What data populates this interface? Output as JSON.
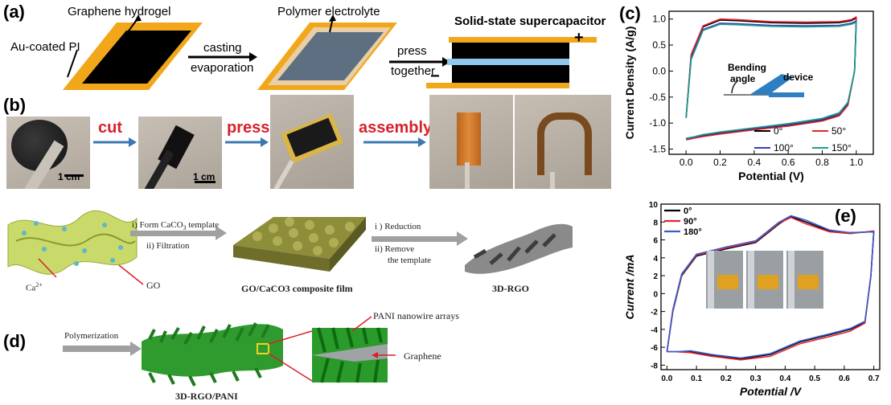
{
  "panel_labels": {
    "a": "(a)",
    "b": "(b)",
    "c": "(c)",
    "d": "(d)",
    "e": "(e)"
  },
  "panel_a": {
    "au_label": "Au-coated PI",
    "graphene_label": "Graphene hydrogel",
    "polymer_label": "Polymer electrolyte",
    "device_label": "Solid-state supercapacitor",
    "step1_line1": "casting",
    "step1_line2": "evaporation",
    "step2_line1": "press",
    "step2_line2": "together",
    "plus": "+",
    "minus": "−",
    "colors": {
      "gold": "#f2a71b",
      "black": "#000000",
      "electrolyte": "#5e6f82",
      "blue": "#8fc8ea"
    }
  },
  "panel_b": {
    "cut": "cut",
    "press": "press",
    "assembly": "assembly",
    "scale1": "1 cm",
    "scale2": "1 cm",
    "arrow_color": "#3b78b0"
  },
  "panel_d": {
    "step1_i": "i)  Form CaCO",
    "step1_sub": "3",
    "step1_tail": " template",
    "step1_ii": "ii) Filtration",
    "step2_i": "i ) Reduction",
    "step2_ii": "ii)  Remove",
    "step2_ii_b": "the template",
    "ca_label": "Ca",
    "ca_sup": "2+",
    "go_label": "GO",
    "composite_label": "GO/CaCO3 composite film",
    "rgo_label": "3D-RGO",
    "polymerization": "Polymerization",
    "pani_label": "PANI nanowire arrays",
    "graphene_label": "Graphene",
    "rgo_pani_label": "3D-RGO/PANI"
  },
  "panel_c_inset": {
    "bending": "Bending",
    "angle": "angle",
    "device": "device"
  },
  "chart_data": [
    {
      "type": "line",
      "panel": "c",
      "xlabel": "Potential (V)",
      "ylabel": "Current Density (A/g)",
      "xlim": [
        -0.1,
        1.1
      ],
      "ylim": [
        -1.6,
        1.15
      ],
      "xticks": [
        0.0,
        0.2,
        0.4,
        0.6,
        0.8,
        1.0
      ],
      "xtick_labels": [
        "0.0",
        "0.2",
        "0.4",
        "0.6",
        "0.8",
        "1.0"
      ],
      "yticks": [
        -1.5,
        -1.0,
        -0.5,
        0.0,
        0.5,
        1.0
      ],
      "ytick_labels": [
        "-1.5",
        "-1.0",
        "-0.5",
        "0.0",
        "0.5",
        "1.0"
      ],
      "legend": "bottom-right",
      "grid": false,
      "series": [
        {
          "name": "0°",
          "color": "#000000",
          "upper_x": [
            0.0,
            0.03,
            0.1,
            0.2,
            0.3,
            0.5,
            0.7,
            0.9,
            0.97,
            1.0
          ],
          "upper_y": [
            -0.9,
            0.3,
            0.85,
            0.98,
            0.97,
            0.93,
            0.92,
            0.93,
            0.97,
            1.02
          ],
          "lower_x": [
            1.0,
            0.99,
            0.95,
            0.9,
            0.8,
            0.6,
            0.4,
            0.2,
            0.1,
            0.05,
            0.02,
            0.0
          ],
          "lower_y": [
            1.02,
            0.0,
            -0.65,
            -0.85,
            -0.95,
            -1.05,
            -1.12,
            -1.2,
            -1.25,
            -1.28,
            -1.3,
            -1.31
          ]
        },
        {
          "name": "50°",
          "color": "#e0262d",
          "upper_x": [
            0.0,
            0.03,
            0.1,
            0.2,
            0.3,
            0.5,
            0.7,
            0.9,
            0.97,
            1.0
          ],
          "upper_y": [
            -0.9,
            0.32,
            0.87,
            1.0,
            0.99,
            0.95,
            0.94,
            0.95,
            0.99,
            1.04
          ],
          "lower_x": [
            1.0,
            0.99,
            0.95,
            0.9,
            0.8,
            0.6,
            0.4,
            0.2,
            0.1,
            0.05,
            0.02,
            0.0
          ],
          "lower_y": [
            1.04,
            0.0,
            -0.66,
            -0.86,
            -0.96,
            -1.06,
            -1.13,
            -1.21,
            -1.26,
            -1.29,
            -1.31,
            -1.32
          ]
        },
        {
          "name": "100°",
          "color": "#3b3fb0",
          "upper_x": [
            0.0,
            0.03,
            0.1,
            0.2,
            0.3,
            0.5,
            0.7,
            0.9,
            0.97,
            1.0
          ],
          "upper_y": [
            -0.9,
            0.25,
            0.8,
            0.92,
            0.91,
            0.88,
            0.87,
            0.88,
            0.92,
            0.96
          ],
          "lower_x": [
            1.0,
            0.99,
            0.95,
            0.9,
            0.8,
            0.6,
            0.4,
            0.2,
            0.1,
            0.05,
            0.02,
            0.0
          ],
          "lower_y": [
            0.96,
            0.0,
            -0.62,
            -0.82,
            -0.93,
            -1.03,
            -1.1,
            -1.18,
            -1.23,
            -1.27,
            -1.29,
            -1.3
          ]
        },
        {
          "name": "150°",
          "color": "#1a9e8f",
          "upper_x": [
            0.0,
            0.03,
            0.1,
            0.2,
            0.3,
            0.5,
            0.7,
            0.9,
            0.97,
            1.0
          ],
          "upper_y": [
            -0.9,
            0.22,
            0.78,
            0.9,
            0.89,
            0.86,
            0.85,
            0.86,
            0.9,
            0.94
          ],
          "lower_x": [
            1.0,
            0.99,
            0.95,
            0.9,
            0.8,
            0.6,
            0.4,
            0.2,
            0.1,
            0.05,
            0.02,
            0.0
          ],
          "lower_y": [
            0.94,
            0.0,
            -0.6,
            -0.8,
            -0.91,
            -1.01,
            -1.09,
            -1.17,
            -1.22,
            -1.26,
            -1.28,
            -1.29
          ]
        }
      ]
    },
    {
      "type": "line",
      "panel": "e",
      "xlabel": "Potential /V",
      "ylabel": "Current /mA",
      "xlim": [
        -0.02,
        0.72
      ],
      "ylim": [
        -8.5,
        10
      ],
      "xticks": [
        0.0,
        0.1,
        0.2,
        0.3,
        0.4,
        0.5,
        0.6,
        0.7
      ],
      "xtick_labels": [
        "0.0",
        "0.1",
        "0.2",
        "0.3",
        "0.4",
        "0.5",
        "0.6",
        "0.7"
      ],
      "yticks": [
        -8,
        -6,
        -4,
        -2,
        0,
        2,
        4,
        6,
        8,
        10
      ],
      "ytick_labels": [
        "-8",
        "-6",
        "-4",
        "-2",
        "0",
        "2",
        "4",
        "6",
        "8",
        "10"
      ],
      "legend": "top-left",
      "grid": false,
      "series": [
        {
          "name": "0°",
          "color": "#000000",
          "upper_x": [
            0.0,
            0.02,
            0.05,
            0.1,
            0.2,
            0.3,
            0.38,
            0.42,
            0.47,
            0.55,
            0.62,
            0.7
          ],
          "upper_y": [
            -6.5,
            -2.0,
            2.0,
            4.2,
            5.0,
            5.7,
            7.8,
            8.6,
            8.0,
            7.0,
            6.8,
            6.9
          ],
          "lower_x": [
            0.7,
            0.69,
            0.67,
            0.62,
            0.55,
            0.45,
            0.35,
            0.25,
            0.15,
            0.08,
            0.03,
            0.0
          ],
          "lower_y": [
            6.9,
            2.0,
            -3.2,
            -4.0,
            -4.6,
            -5.4,
            -6.8,
            -7.3,
            -6.9,
            -6.5,
            -6.5,
            -6.5
          ]
        },
        {
          "name": "90°",
          "color": "#e0262d",
          "upper_x": [
            0.0,
            0.02,
            0.05,
            0.1,
            0.2,
            0.3,
            0.38,
            0.42,
            0.47,
            0.55,
            0.62,
            0.7
          ],
          "upper_y": [
            -6.5,
            -1.9,
            2.1,
            4.3,
            5.1,
            5.8,
            7.9,
            8.5,
            7.8,
            6.9,
            6.7,
            7.0
          ],
          "lower_x": [
            0.7,
            0.69,
            0.67,
            0.62,
            0.55,
            0.45,
            0.35,
            0.25,
            0.15,
            0.08,
            0.03,
            0.0
          ],
          "lower_y": [
            7.0,
            2.0,
            -3.3,
            -4.2,
            -4.8,
            -5.6,
            -7.0,
            -7.4,
            -7.0,
            -6.6,
            -6.5,
            -6.5
          ]
        },
        {
          "name": "180°",
          "color": "#3b5bd0",
          "upper_x": [
            0.0,
            0.02,
            0.05,
            0.1,
            0.2,
            0.3,
            0.38,
            0.42,
            0.47,
            0.55,
            0.62,
            0.7
          ],
          "upper_y": [
            -6.5,
            -1.8,
            2.2,
            4.4,
            5.2,
            5.9,
            8.0,
            8.7,
            8.2,
            7.1,
            6.8,
            6.9
          ],
          "lower_x": [
            0.7,
            0.69,
            0.67,
            0.62,
            0.55,
            0.45,
            0.35,
            0.25,
            0.15,
            0.08,
            0.03,
            0.0
          ],
          "lower_y": [
            6.9,
            2.0,
            -3.1,
            -3.9,
            -4.5,
            -5.3,
            -6.7,
            -7.2,
            -6.8,
            -6.4,
            -6.5,
            -6.5
          ]
        }
      ]
    }
  ]
}
